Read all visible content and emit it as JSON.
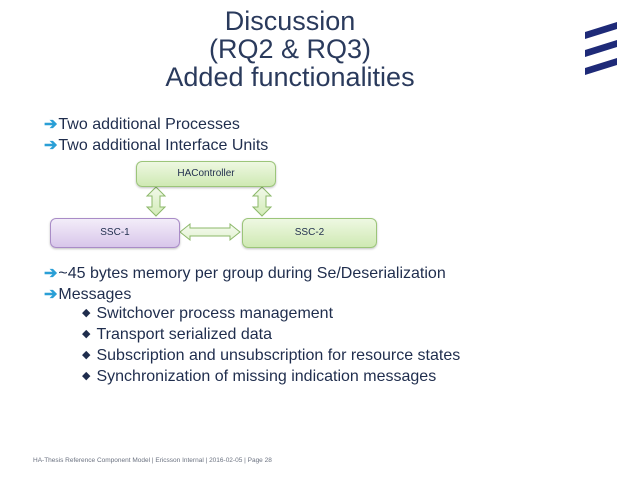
{
  "title": {
    "line1": "Discussion",
    "line2": "(RQ2 & RQ3)",
    "line3": "Added functionalities"
  },
  "bullets_top": [
    {
      "arrow": "➔",
      "text": "Two additional Processes"
    },
    {
      "arrow": "➔",
      "text": "Two additional Interface Units"
    }
  ],
  "diagram": {
    "hacontroller": "HAController",
    "ssc1": "SSC-1",
    "ssc2": "SSC-2"
  },
  "bullets_bottom": [
    {
      "arrow": "➔",
      "text": "~45 bytes memory per group during Se/Deserialization"
    },
    {
      "arrow": "➔",
      "text": "Messages"
    }
  ],
  "sub_bullets": [
    {
      "marker": "◆",
      "text": "Switchover process management"
    },
    {
      "marker": "◆",
      "text": "Transport serialized data"
    },
    {
      "marker": "◆",
      "text": "Subscription and unsubscription for resource states"
    },
    {
      "marker": "◆",
      "text": "Synchronization of missing indication messages"
    }
  ],
  "footer": "HA-Thesis Reference Component Model  |  Ericsson Internal  |  2016-02-05  |  Page 28",
  "colors": {
    "arrow": "#2a9fd6",
    "logo": "#1e2a78",
    "text": "#1f2d4d"
  }
}
